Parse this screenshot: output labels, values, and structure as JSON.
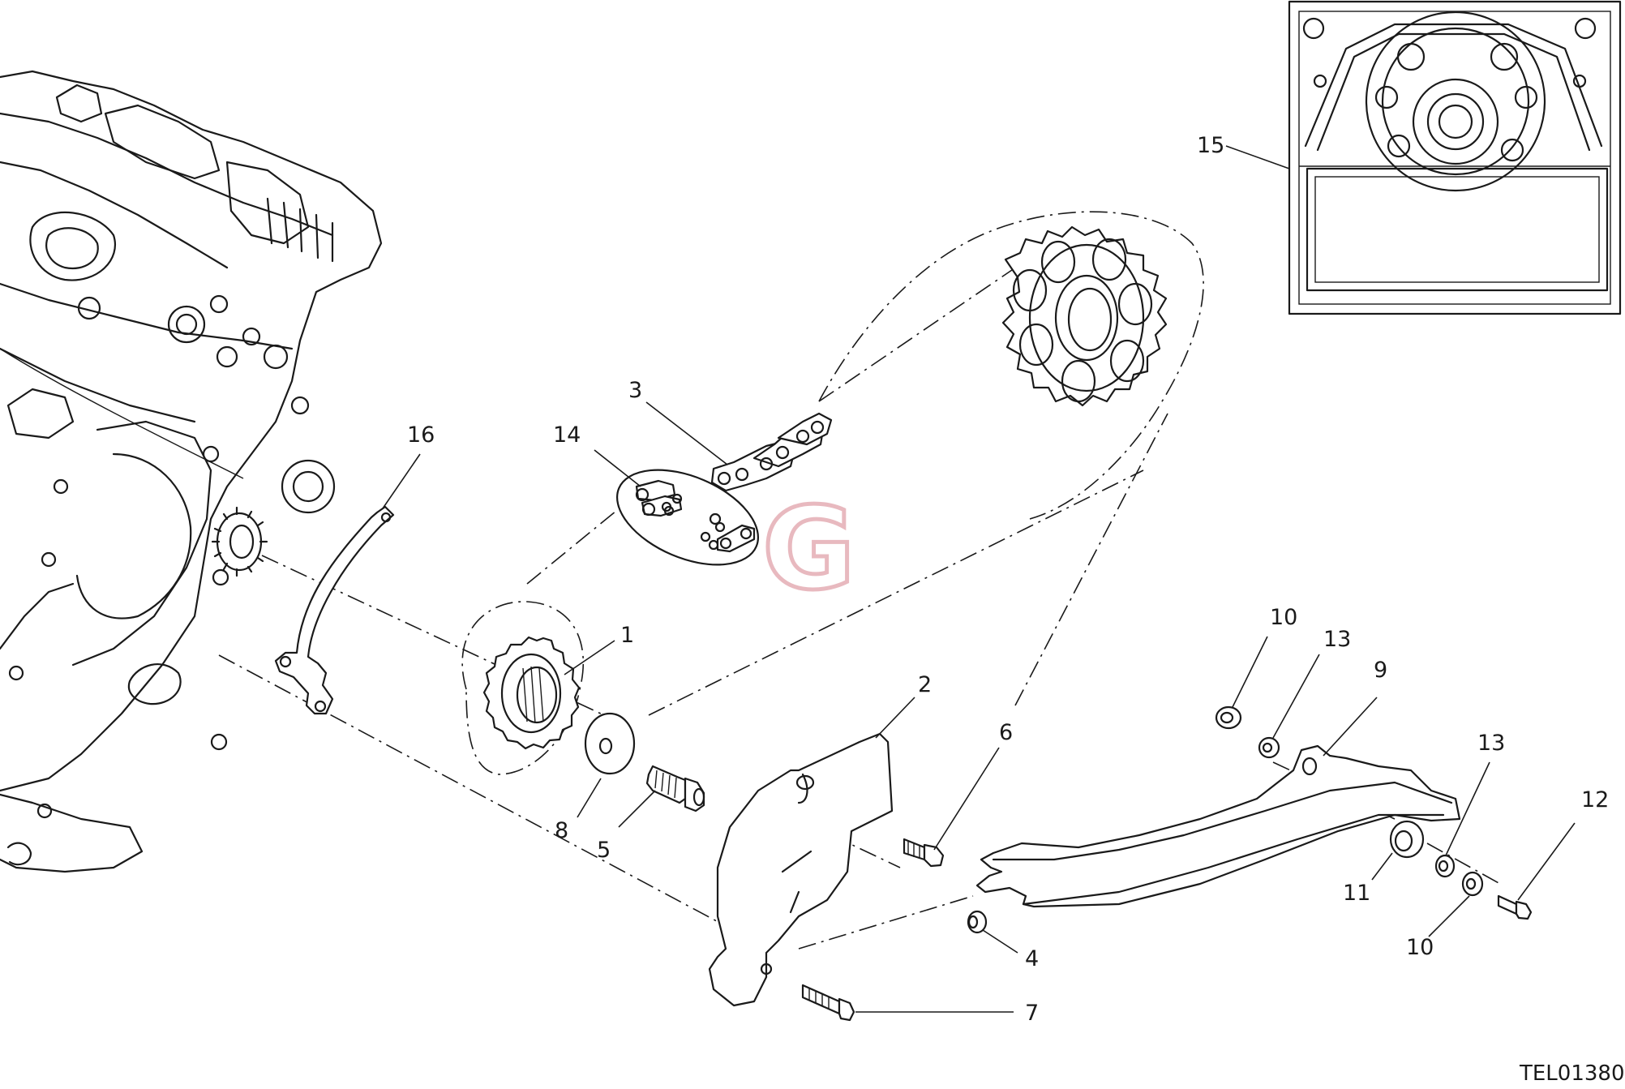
{
  "drawing_code": "TEL01380",
  "watermark_letter": "G",
  "colors": {
    "line": "#1a1a1a",
    "background": "#ffffff",
    "watermark": "#e8b9bf"
  },
  "callouts": [
    {
      "id": "c1",
      "label": "1"
    },
    {
      "id": "c2",
      "label": "2"
    },
    {
      "id": "c3",
      "label": "3"
    },
    {
      "id": "c4",
      "label": "4"
    },
    {
      "id": "c5",
      "label": "5"
    },
    {
      "id": "c6",
      "label": "6"
    },
    {
      "id": "c7",
      "label": "7"
    },
    {
      "id": "c8",
      "label": "8"
    },
    {
      "id": "c9",
      "label": "9"
    },
    {
      "id": "c10a",
      "label": "10"
    },
    {
      "id": "c10b",
      "label": "10"
    },
    {
      "id": "c11",
      "label": "11"
    },
    {
      "id": "c12",
      "label": "12"
    },
    {
      "id": "c13a",
      "label": "13"
    },
    {
      "id": "c13b",
      "label": "13"
    },
    {
      "id": "c14",
      "label": "14"
    },
    {
      "id": "c15",
      "label": "15"
    },
    {
      "id": "c16",
      "label": "16"
    }
  ]
}
